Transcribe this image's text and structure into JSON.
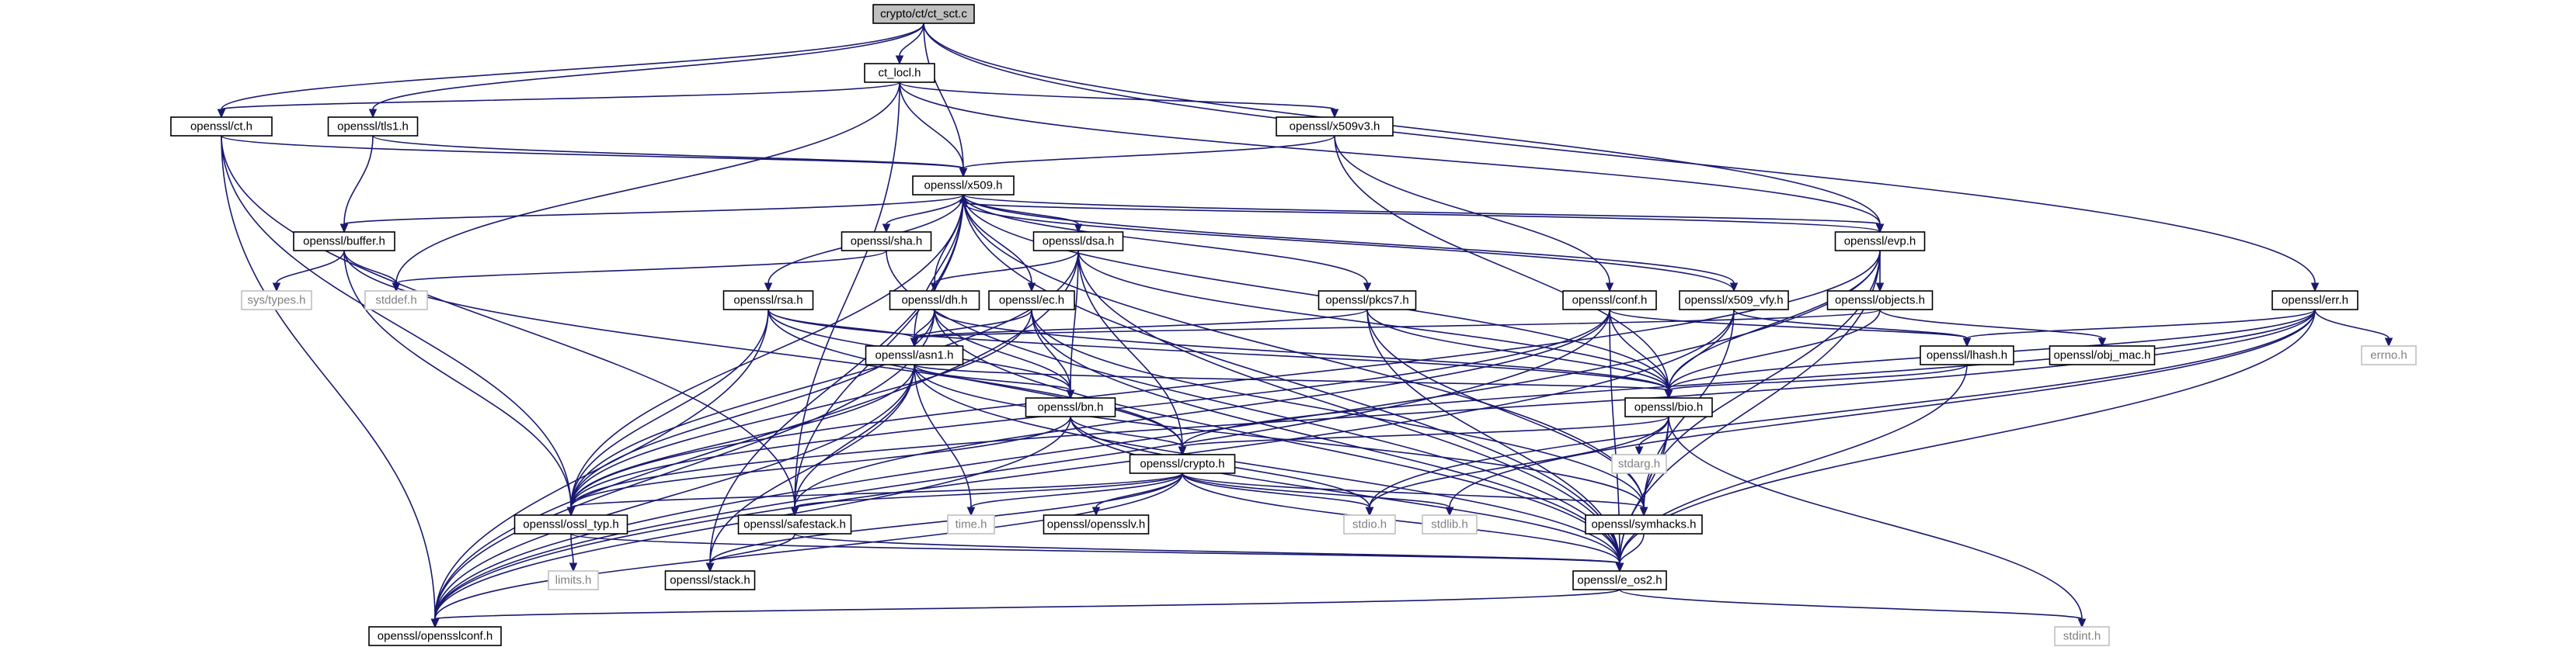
{
  "colors": {
    "edge": "#191970",
    "node_border": "#000000",
    "node_border_missing": "#bfbfbf",
    "node_fill": "#ffffff",
    "root_fill": "#bfbfbf",
    "text": "#000000",
    "text_missing": "#808080"
  },
  "nodes": [
    {
      "id": "root",
      "label": "crypto/ct/ct_sct.c",
      "kind": "root"
    },
    {
      "id": "ct_locl",
      "label": "ct_locl.h",
      "kind": "file"
    },
    {
      "id": "ct",
      "label": "openssl/ct.h",
      "kind": "file"
    },
    {
      "id": "tls1",
      "label": "openssl/tls1.h",
      "kind": "file"
    },
    {
      "id": "x509v3",
      "label": "openssl/x509v3.h",
      "kind": "file"
    },
    {
      "id": "x509",
      "label": "openssl/x509.h",
      "kind": "file"
    },
    {
      "id": "buffer",
      "label": "openssl/buffer.h",
      "kind": "file"
    },
    {
      "id": "sha",
      "label": "openssl/sha.h",
      "kind": "file"
    },
    {
      "id": "dsa",
      "label": "openssl/dsa.h",
      "kind": "file"
    },
    {
      "id": "evp",
      "label": "openssl/evp.h",
      "kind": "file"
    },
    {
      "id": "err",
      "label": "openssl/err.h",
      "kind": "file"
    },
    {
      "id": "systypes",
      "label": "sys/types.h",
      "kind": "missing"
    },
    {
      "id": "stddef",
      "label": "stddef.h",
      "kind": "missing"
    },
    {
      "id": "rsa",
      "label": "openssl/rsa.h",
      "kind": "file"
    },
    {
      "id": "dh",
      "label": "openssl/dh.h",
      "kind": "file"
    },
    {
      "id": "ec",
      "label": "openssl/ec.h",
      "kind": "file"
    },
    {
      "id": "pkcs7",
      "label": "openssl/pkcs7.h",
      "kind": "file"
    },
    {
      "id": "conf",
      "label": "openssl/conf.h",
      "kind": "file"
    },
    {
      "id": "x509vfy",
      "label": "openssl/x509_vfy.h",
      "kind": "file"
    },
    {
      "id": "objects",
      "label": "openssl/objects.h",
      "kind": "file"
    },
    {
      "id": "asn1",
      "label": "openssl/asn1.h",
      "kind": "file"
    },
    {
      "id": "lhash",
      "label": "openssl/lhash.h",
      "kind": "file"
    },
    {
      "id": "objmac",
      "label": "openssl/obj_mac.h",
      "kind": "file"
    },
    {
      "id": "errno",
      "label": "errno.h",
      "kind": "missing"
    },
    {
      "id": "bn",
      "label": "openssl/bn.h",
      "kind": "file"
    },
    {
      "id": "bio",
      "label": "openssl/bio.h",
      "kind": "file"
    },
    {
      "id": "stdarg",
      "label": "stdarg.h",
      "kind": "missing"
    },
    {
      "id": "crypto",
      "label": "openssl/crypto.h",
      "kind": "file"
    },
    {
      "id": "ossltyp",
      "label": "openssl/ossl_typ.h",
      "kind": "file"
    },
    {
      "id": "safestack",
      "label": "openssl/safestack.h",
      "kind": "file"
    },
    {
      "id": "timeh",
      "label": "time.h",
      "kind": "missing"
    },
    {
      "id": "opensslv",
      "label": "openssl/opensslv.h",
      "kind": "file"
    },
    {
      "id": "stdio",
      "label": "stdio.h",
      "kind": "missing"
    },
    {
      "id": "stdlib",
      "label": "stdlib.h",
      "kind": "missing"
    },
    {
      "id": "symhacks",
      "label": "openssl/symhacks.h",
      "kind": "file"
    },
    {
      "id": "limits",
      "label": "limits.h",
      "kind": "missing"
    },
    {
      "id": "stack",
      "label": "openssl/stack.h",
      "kind": "file"
    },
    {
      "id": "eos2",
      "label": "openssl/e_os2.h",
      "kind": "file"
    },
    {
      "id": "opensslconf",
      "label": "openssl/opensslconf.h",
      "kind": "file"
    },
    {
      "id": "stdint",
      "label": "stdint.h",
      "kind": "missing"
    }
  ],
  "edges": [
    [
      "root",
      "ct_locl"
    ],
    [
      "root",
      "ct"
    ],
    [
      "root",
      "tls1"
    ],
    [
      "root",
      "x509"
    ],
    [
      "root",
      "evp"
    ],
    [
      "root",
      "err"
    ],
    [
      "ct_locl",
      "ct"
    ],
    [
      "ct_locl",
      "x509"
    ],
    [
      "ct_locl",
      "x509v3"
    ],
    [
      "ct_locl",
      "evp"
    ],
    [
      "ct_locl",
      "stddef"
    ],
    [
      "ct_locl",
      "safestack"
    ],
    [
      "ct",
      "x509"
    ],
    [
      "ct",
      "opensslconf"
    ],
    [
      "ct",
      "ossltyp"
    ],
    [
      "ct",
      "safestack"
    ],
    [
      "tls1",
      "x509"
    ],
    [
      "tls1",
      "buffer"
    ],
    [
      "x509v3",
      "x509"
    ],
    [
      "x509v3",
      "conf"
    ],
    [
      "x509v3",
      "bio"
    ],
    [
      "x509",
      "buffer"
    ],
    [
      "x509",
      "sha"
    ],
    [
      "x509",
      "dsa"
    ],
    [
      "x509",
      "rsa"
    ],
    [
      "x509",
      "dh"
    ],
    [
      "x509",
      "ec"
    ],
    [
      "x509",
      "pkcs7"
    ],
    [
      "x509",
      "x509vfy"
    ],
    [
      "x509",
      "evp"
    ],
    [
      "x509",
      "asn1"
    ],
    [
      "x509",
      "bio"
    ],
    [
      "x509",
      "eos2"
    ],
    [
      "x509",
      "safestack"
    ],
    [
      "x509",
      "ossltyp"
    ],
    [
      "x509",
      "stack"
    ],
    [
      "x509",
      "symhacks"
    ],
    [
      "buffer",
      "systypes"
    ],
    [
      "buffer",
      "stddef"
    ],
    [
      "buffer",
      "ossltyp"
    ],
    [
      "buffer",
      "crypto"
    ],
    [
      "sha",
      "stddef"
    ],
    [
      "sha",
      "eos2"
    ],
    [
      "dsa",
      "dh"
    ],
    [
      "dsa",
      "bn"
    ],
    [
      "dsa",
      "crypto"
    ],
    [
      "dsa",
      "bio"
    ],
    [
      "dsa",
      "opensslconf"
    ],
    [
      "dsa",
      "ossltyp"
    ],
    [
      "dsa",
      "eos2"
    ],
    [
      "rsa",
      "asn1"
    ],
    [
      "rsa",
      "bn"
    ],
    [
      "rsa",
      "crypto"
    ],
    [
      "rsa",
      "bio"
    ],
    [
      "rsa",
      "ossltyp"
    ],
    [
      "rsa",
      "opensslconf"
    ],
    [
      "dh",
      "asn1"
    ],
    [
      "dh",
      "bn"
    ],
    [
      "dh",
      "bio"
    ],
    [
      "dh",
      "ossltyp"
    ],
    [
      "dh",
      "opensslconf"
    ],
    [
      "dh",
      "eos2"
    ],
    [
      "ec",
      "asn1"
    ],
    [
      "ec",
      "bn"
    ],
    [
      "ec",
      "symhacks"
    ],
    [
      "ec",
      "eos2"
    ],
    [
      "ec",
      "ossltyp"
    ],
    [
      "pkcs7",
      "asn1"
    ],
    [
      "pkcs7",
      "bio"
    ],
    [
      "pkcs7",
      "eos2"
    ],
    [
      "pkcs7",
      "symhacks"
    ],
    [
      "conf",
      "lhash"
    ],
    [
      "conf",
      "bio"
    ],
    [
      "conf",
      "ossltyp"
    ],
    [
      "conf",
      "safestack"
    ],
    [
      "conf",
      "eos2"
    ],
    [
      "conf",
      "opensslconf"
    ],
    [
      "x509vfy",
      "x509"
    ],
    [
      "x509vfy",
      "lhash"
    ],
    [
      "x509vfy",
      "bio"
    ],
    [
      "x509vfy",
      "symhacks"
    ],
    [
      "x509vfy",
      "opensslconf"
    ],
    [
      "evp",
      "x509"
    ],
    [
      "evp",
      "objects"
    ],
    [
      "evp",
      "bio"
    ],
    [
      "evp",
      "eos2"
    ],
    [
      "evp",
      "ossltyp"
    ],
    [
      "evp",
      "opensslconf"
    ],
    [
      "evp",
      "symhacks"
    ],
    [
      "objects",
      "objmac"
    ],
    [
      "objects",
      "asn1"
    ],
    [
      "objects",
      "bio"
    ],
    [
      "err",
      "lhash"
    ],
    [
      "err",
      "bio"
    ],
    [
      "err",
      "errno"
    ],
    [
      "err",
      "eos2"
    ],
    [
      "err",
      "stdlib"
    ],
    [
      "err",
      "stdio"
    ],
    [
      "err",
      "ossltyp"
    ],
    [
      "err",
      "crypto"
    ],
    [
      "asn1",
      "bn"
    ],
    [
      "asn1",
      "bio"
    ],
    [
      "asn1",
      "stack"
    ],
    [
      "asn1",
      "safestack"
    ],
    [
      "asn1",
      "ossltyp"
    ],
    [
      "asn1",
      "timeh"
    ],
    [
      "asn1",
      "eos2"
    ],
    [
      "asn1",
      "symhacks"
    ],
    [
      "asn1",
      "opensslconf"
    ],
    [
      "lhash",
      "bio"
    ],
    [
      "lhash",
      "eos2"
    ],
    [
      "bn",
      "crypto"
    ],
    [
      "bn",
      "ossltyp"
    ],
    [
      "bn",
      "stdio"
    ],
    [
      "bn",
      "eos2"
    ],
    [
      "bn",
      "opensslconf"
    ],
    [
      "bio",
      "stdarg"
    ],
    [
      "bio",
      "crypto"
    ],
    [
      "bio",
      "stdio"
    ],
    [
      "bio",
      "eos2"
    ],
    [
      "bio",
      "symhacks"
    ],
    [
      "bio",
      "stdint"
    ],
    [
      "crypto",
      "opensslv"
    ],
    [
      "crypto",
      "ossltyp"
    ],
    [
      "crypto",
      "safestack"
    ],
    [
      "crypto",
      "stack"
    ],
    [
      "crypto",
      "timeh"
    ],
    [
      "crypto",
      "stdio"
    ],
    [
      "crypto",
      "stdlib"
    ],
    [
      "crypto",
      "symhacks"
    ],
    [
      "crypto",
      "eos2"
    ],
    [
      "crypto",
      "opensslconf"
    ],
    [
      "ossltyp",
      "limits"
    ],
    [
      "ossltyp",
      "eos2"
    ],
    [
      "safestack",
      "stack"
    ],
    [
      "safestack",
      "eos2"
    ],
    [
      "symhacks",
      "eos2"
    ],
    [
      "eos2",
      "opensslconf"
    ],
    [
      "eos2",
      "stdint"
    ]
  ]
}
